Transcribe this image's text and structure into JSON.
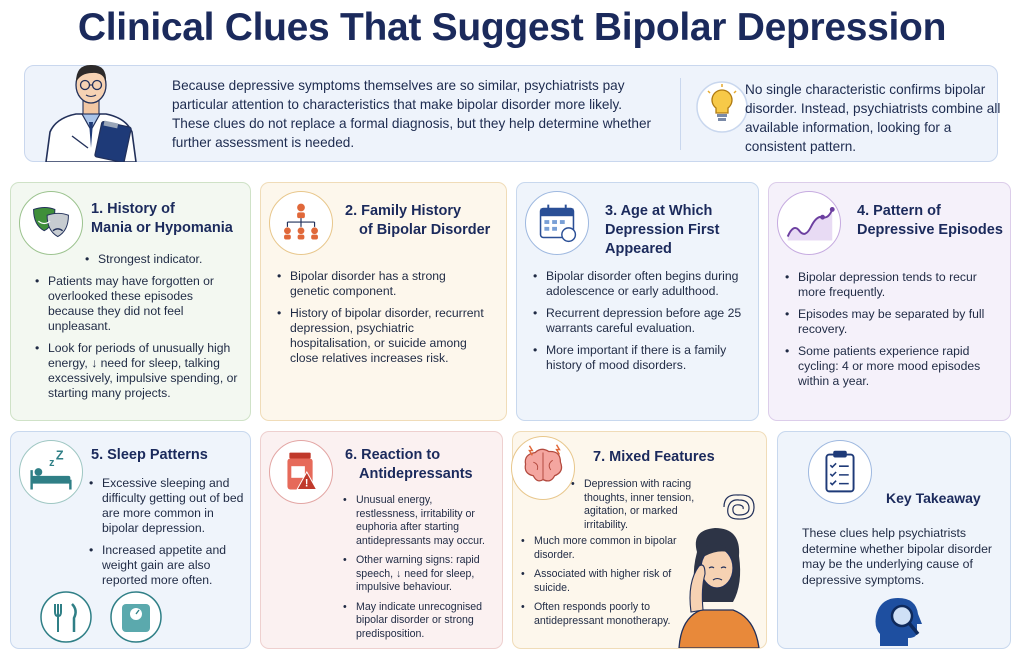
{
  "title": "Clinical Clues That Suggest Bipolar Depression",
  "intro": {
    "text": "Because depressive symptoms themselves are so similar, psychiatrists pay particular attention to characteristics that make bipolar disorder more likely. These clues do not replace a formal diagnosis, but they help determine whether further assessment is needed.",
    "tip": "No single characteristic confirms bipolar disorder. Instead, psychiatrists combine all available information, looking for a consistent pattern."
  },
  "cards": [
    {
      "title_line1": "1. History of",
      "title_line2": "Mania or Hypomania",
      "items": [
        "Strongest indicator.",
        "Patients may have forgotten or overlooked these episodes because they did not feel unpleasant.",
        "Look for periods of unusually high energy, ↓ need for sleep, talking excessively, impulsive spending, or starting many projects."
      ]
    },
    {
      "title_line1": "2. Family History",
      "title_line2": "of Bipolar Disorder",
      "items": [
        "Bipolar disorder has a strong genetic component.",
        "History of bipolar disorder, recurrent depression, psychiatric hospitalisation, or suicide among close relatives increases risk."
      ]
    },
    {
      "title_line1": "3. Age at Which",
      "title_line2": "Depression First",
      "title_line3": "Appeared",
      "items": [
        "Bipolar disorder often begins during adolescence or early adulthood.",
        "Recurrent depression before age 25 warrants careful evaluation.",
        "More important if there is a family history of mood disorders."
      ]
    },
    {
      "title_line1": "4. Pattern of",
      "title_line2": "Depressive Episodes",
      "items": [
        "Bipolar depression tends to recur more frequently.",
        "Episodes may be separated by full recovery.",
        "Some patients experience rapid cycling: 4 or more mood episodes within a year."
      ]
    },
    {
      "title_line1": "5. Sleep Patterns",
      "items": [
        "Excessive sleeping and difficulty getting out of bed are more common in bipolar depression.",
        "Increased appetite and weight gain are also reported more often."
      ]
    },
    {
      "title_line1": "6. Reaction to",
      "title_line2": "Antidepressants",
      "items": [
        "Unusual energy, restlessness, irritability or euphoria after starting antidepressants may occur.",
        "Other warning signs: rapid speech, ↓ need for sleep, impulsive behaviour.",
        "May indicate unrecognised bipolar disorder or strong predisposition."
      ]
    },
    {
      "title_line1": "7. Mixed Features",
      "items": [
        "Depression with racing thoughts, inner tension, agitation, or marked irritability.",
        "Much more common in bipolar disorder.",
        "Associated with higher risk of suicide.",
        "Often responds poorly to antidepressant monotherapy."
      ]
    }
  ],
  "takeaway": {
    "title": "Key Takeaway",
    "text": "These clues help psychiatrists determine whether bipolar disorder may be the underlying cause of depressive symptoms."
  },
  "icons": {
    "doctor": "doctor-illustration",
    "bulb": "lightbulb-icon",
    "card1": "theater-masks-icon",
    "card2": "family-tree-icon",
    "card3": "calendar-icon",
    "card4": "mood-wave-icon",
    "card5": "sleeping-person-icon",
    "card6": "pill-bottle-warning-icon",
    "card7": "brain-icon",
    "takeaway": "clipboard-checklist-icon"
  }
}
